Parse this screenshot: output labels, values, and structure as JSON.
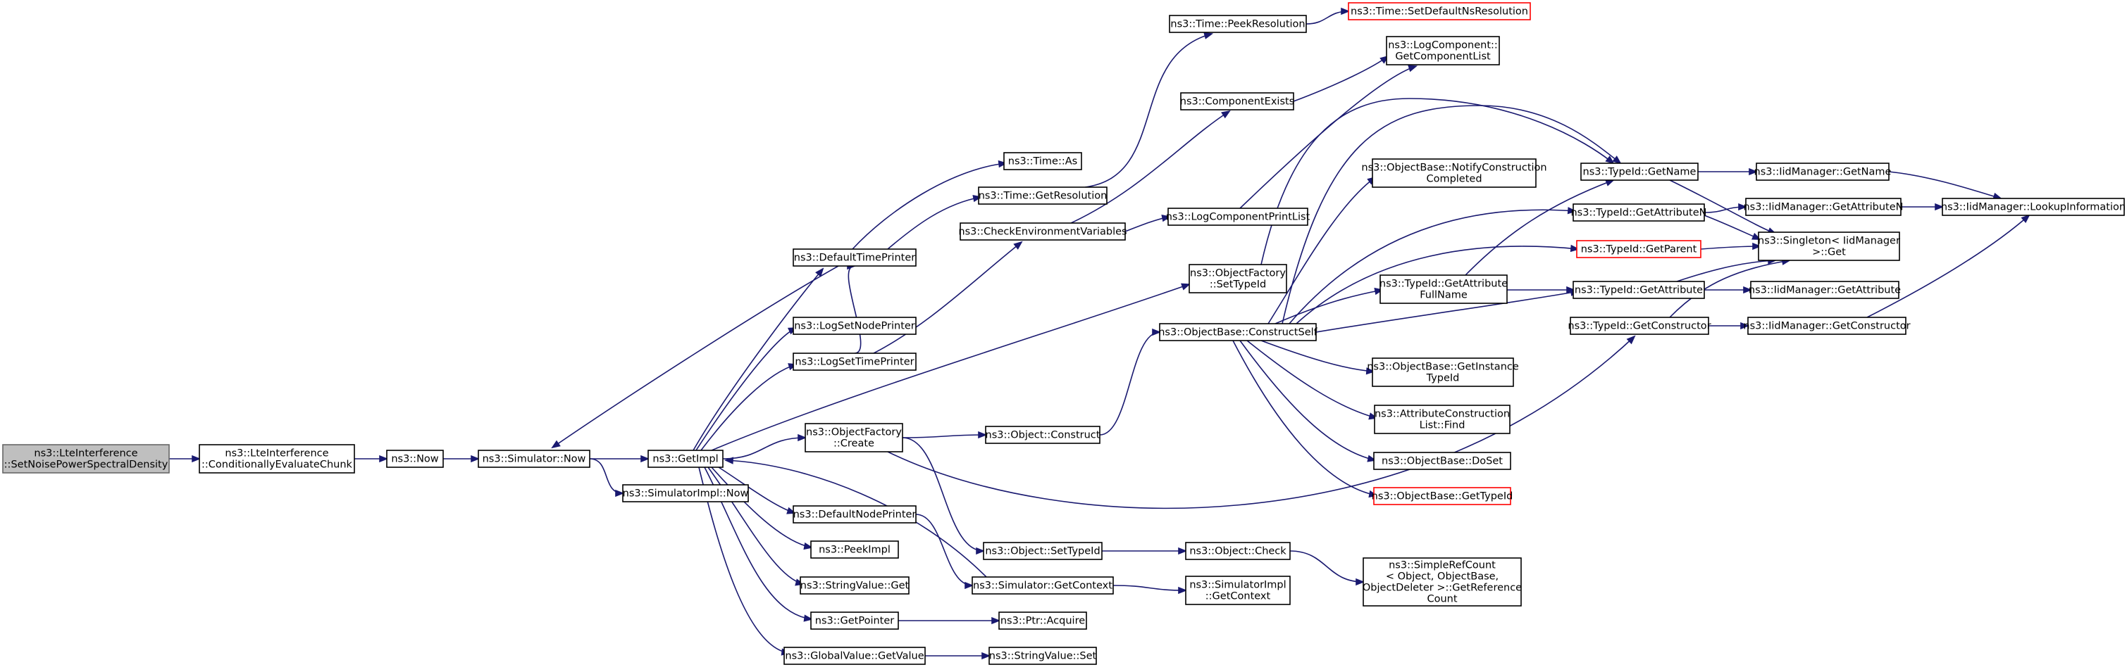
{
  "nodes": [
    {
      "id": "n0",
      "lines": [
        "ns3::LteInterference",
        "::SetNoisePowerSpectralDensity"
      ]
    },
    {
      "id": "n1",
      "lines": [
        "ns3::LteInterference",
        "::ConditionallyEvaluateChunk"
      ]
    },
    {
      "id": "n2",
      "lines": [
        "ns3::Now"
      ]
    },
    {
      "id": "n3",
      "lines": [
        "ns3::Simulator::Now"
      ]
    },
    {
      "id": "n4",
      "lines": [
        "ns3::GetImpl"
      ]
    },
    {
      "id": "n5",
      "lines": [
        "ns3::SimulatorImpl::Now"
      ]
    },
    {
      "id": "n6",
      "lines": [
        "ns3::DefaultTimePrinter"
      ]
    },
    {
      "id": "n7",
      "lines": [
        "ns3::LogSetNodePrinter"
      ]
    },
    {
      "id": "n8",
      "lines": [
        "ns3::LogSetTimePrinter"
      ]
    },
    {
      "id": "n9",
      "lines": [
        "ns3::ObjectFactory",
        "::Create"
      ]
    },
    {
      "id": "n10",
      "lines": [
        "ns3::DefaultNodePrinter"
      ]
    },
    {
      "id": "n11",
      "lines": [
        "ns3::PeekImpl"
      ]
    },
    {
      "id": "n12",
      "lines": [
        "ns3::StringValue::Get"
      ]
    },
    {
      "id": "n13",
      "lines": [
        "ns3::GetPointer"
      ]
    },
    {
      "id": "n14",
      "lines": [
        "ns3::GlobalValue::GetValue"
      ]
    },
    {
      "id": "n15",
      "lines": [
        "ns3::Time::As"
      ]
    },
    {
      "id": "n16",
      "lines": [
        "ns3::Time::GetResolution"
      ]
    },
    {
      "id": "n17",
      "lines": [
        "ns3::CheckEnvironmentVariables"
      ]
    },
    {
      "id": "n18",
      "lines": [
        "ns3::Object::Construct"
      ]
    },
    {
      "id": "n19",
      "lines": [
        "ns3::Object::SetTypeId"
      ]
    },
    {
      "id": "n20",
      "lines": [
        "ns3::Simulator::GetContext"
      ]
    },
    {
      "id": "n21",
      "lines": [
        "ns3::Ptr::Acquire"
      ]
    },
    {
      "id": "n22",
      "lines": [
        "ns3::StringValue::Set"
      ]
    },
    {
      "id": "n23",
      "lines": [
        "ns3::Time::PeekResolution"
      ]
    },
    {
      "id": "n24",
      "lines": [
        "ns3::ComponentExists"
      ]
    },
    {
      "id": "n25",
      "lines": [
        "ns3::LogComponentPrintList"
      ]
    },
    {
      "id": "n26",
      "lines": [
        "ns3::ObjectFactory",
        "::SetTypeId"
      ]
    },
    {
      "id": "n27",
      "lines": [
        "ns3::ObjectBase::ConstructSelf"
      ]
    },
    {
      "id": "n28",
      "lines": [
        "ns3::Object::Check"
      ]
    },
    {
      "id": "n29",
      "lines": [
        "ns3::SimulatorImpl",
        "::GetContext"
      ]
    },
    {
      "id": "n30",
      "lines": [
        "ns3::Time::SetDefaultNsResolution"
      ],
      "red": true
    },
    {
      "id": "n31",
      "lines": [
        "ns3::LogComponent::",
        "GetComponentList"
      ]
    },
    {
      "id": "n32",
      "lines": [
        "ns3::ObjectBase::NotifyConstruction",
        "Completed"
      ]
    },
    {
      "id": "n33",
      "lines": [
        "ns3::TypeId::GetAttribute",
        "FullName"
      ]
    },
    {
      "id": "n34",
      "lines": [
        "ns3::ObjectBase::GetInstance",
        "TypeId"
      ]
    },
    {
      "id": "n35",
      "lines": [
        "ns3::AttributeConstruction",
        "List::Find"
      ]
    },
    {
      "id": "n36",
      "lines": [
        "ns3::ObjectBase::DoSet"
      ]
    },
    {
      "id": "n37",
      "lines": [
        "ns3::ObjectBase::GetTypeId"
      ],
      "red": true
    },
    {
      "id": "n38",
      "lines": [
        "ns3::SimpleRefCount",
        "< Object, ObjectBase,",
        "ObjectDeleter >::GetReference",
        "Count"
      ]
    },
    {
      "id": "n39",
      "lines": [
        "ns3::TypeId::GetName"
      ]
    },
    {
      "id": "n40",
      "lines": [
        "ns3::TypeId::GetAttributeN"
      ]
    },
    {
      "id": "n41",
      "lines": [
        "ns3::TypeId::GetParent"
      ],
      "red": true
    },
    {
      "id": "n42",
      "lines": [
        "ns3::TypeId::GetAttribute"
      ]
    },
    {
      "id": "n43",
      "lines": [
        "ns3::TypeId::GetConstructor"
      ]
    },
    {
      "id": "n44",
      "lines": [
        "ns3::IidManager::GetName"
      ]
    },
    {
      "id": "n45",
      "lines": [
        "ns3::IidManager::GetAttributeN"
      ]
    },
    {
      "id": "n46",
      "lines": [
        "ns3::Singleton< IidManager",
        ">::Get"
      ]
    },
    {
      "id": "n47",
      "lines": [
        "ns3::IidManager::GetAttribute"
      ]
    },
    {
      "id": "n48",
      "lines": [
        "ns3::IidManager::GetConstructor"
      ]
    },
    {
      "id": "n49",
      "lines": [
        "ns3::IidManager::LookupInformation"
      ]
    }
  ],
  "edges": [
    [
      "n0",
      "n1"
    ],
    [
      "n1",
      "n2"
    ],
    [
      "n2",
      "n3"
    ],
    [
      "n3",
      "n4"
    ],
    [
      "n3",
      "n5"
    ],
    [
      "n4",
      "n6"
    ],
    [
      "n4",
      "n7"
    ],
    [
      "n4",
      "n8"
    ],
    [
      "n4",
      "n9"
    ],
    [
      "n4",
      "n10"
    ],
    [
      "n4",
      "n11"
    ],
    [
      "n4",
      "n12"
    ],
    [
      "n4",
      "n13"
    ],
    [
      "n4",
      "n14"
    ],
    [
      "n4",
      "n26"
    ],
    [
      "n6",
      "n3"
    ],
    [
      "n6",
      "n15"
    ],
    [
      "n6",
      "n16"
    ],
    [
      "n8",
      "n6"
    ],
    [
      "n8",
      "n17"
    ],
    [
      "n9",
      "n18"
    ],
    [
      "n9",
      "n19"
    ],
    [
      "n9",
      "n43"
    ],
    [
      "n10",
      "n20"
    ],
    [
      "n13",
      "n21"
    ],
    [
      "n14",
      "n22"
    ],
    [
      "n16",
      "n23"
    ],
    [
      "n17",
      "n24"
    ],
    [
      "n17",
      "n25"
    ],
    [
      "n18",
      "n27"
    ],
    [
      "n19",
      "n28"
    ],
    [
      "n20",
      "n29"
    ],
    [
      "n20",
      "n4"
    ],
    [
      "n23",
      "n30"
    ],
    [
      "n24",
      "n31"
    ],
    [
      "n25",
      "n31"
    ],
    [
      "n26",
      "n39"
    ],
    [
      "n27",
      "n32"
    ],
    [
      "n27",
      "n33"
    ],
    [
      "n27",
      "n34"
    ],
    [
      "n27",
      "n35"
    ],
    [
      "n27",
      "n36"
    ],
    [
      "n27",
      "n37"
    ],
    [
      "n27",
      "n39"
    ],
    [
      "n27",
      "n40"
    ],
    [
      "n27",
      "n41"
    ],
    [
      "n27",
      "n42"
    ],
    [
      "n28",
      "n38"
    ],
    [
      "n33",
      "n39"
    ],
    [
      "n33",
      "n42"
    ],
    [
      "n39",
      "n44"
    ],
    [
      "n39",
      "n46"
    ],
    [
      "n40",
      "n45"
    ],
    [
      "n40",
      "n46"
    ],
    [
      "n41",
      "n46"
    ],
    [
      "n42",
      "n46"
    ],
    [
      "n42",
      "n47"
    ],
    [
      "n43",
      "n46"
    ],
    [
      "n43",
      "n48"
    ],
    [
      "n44",
      "n49"
    ],
    [
      "n45",
      "n49"
    ],
    [
      "n48",
      "n49"
    ]
  ]
}
